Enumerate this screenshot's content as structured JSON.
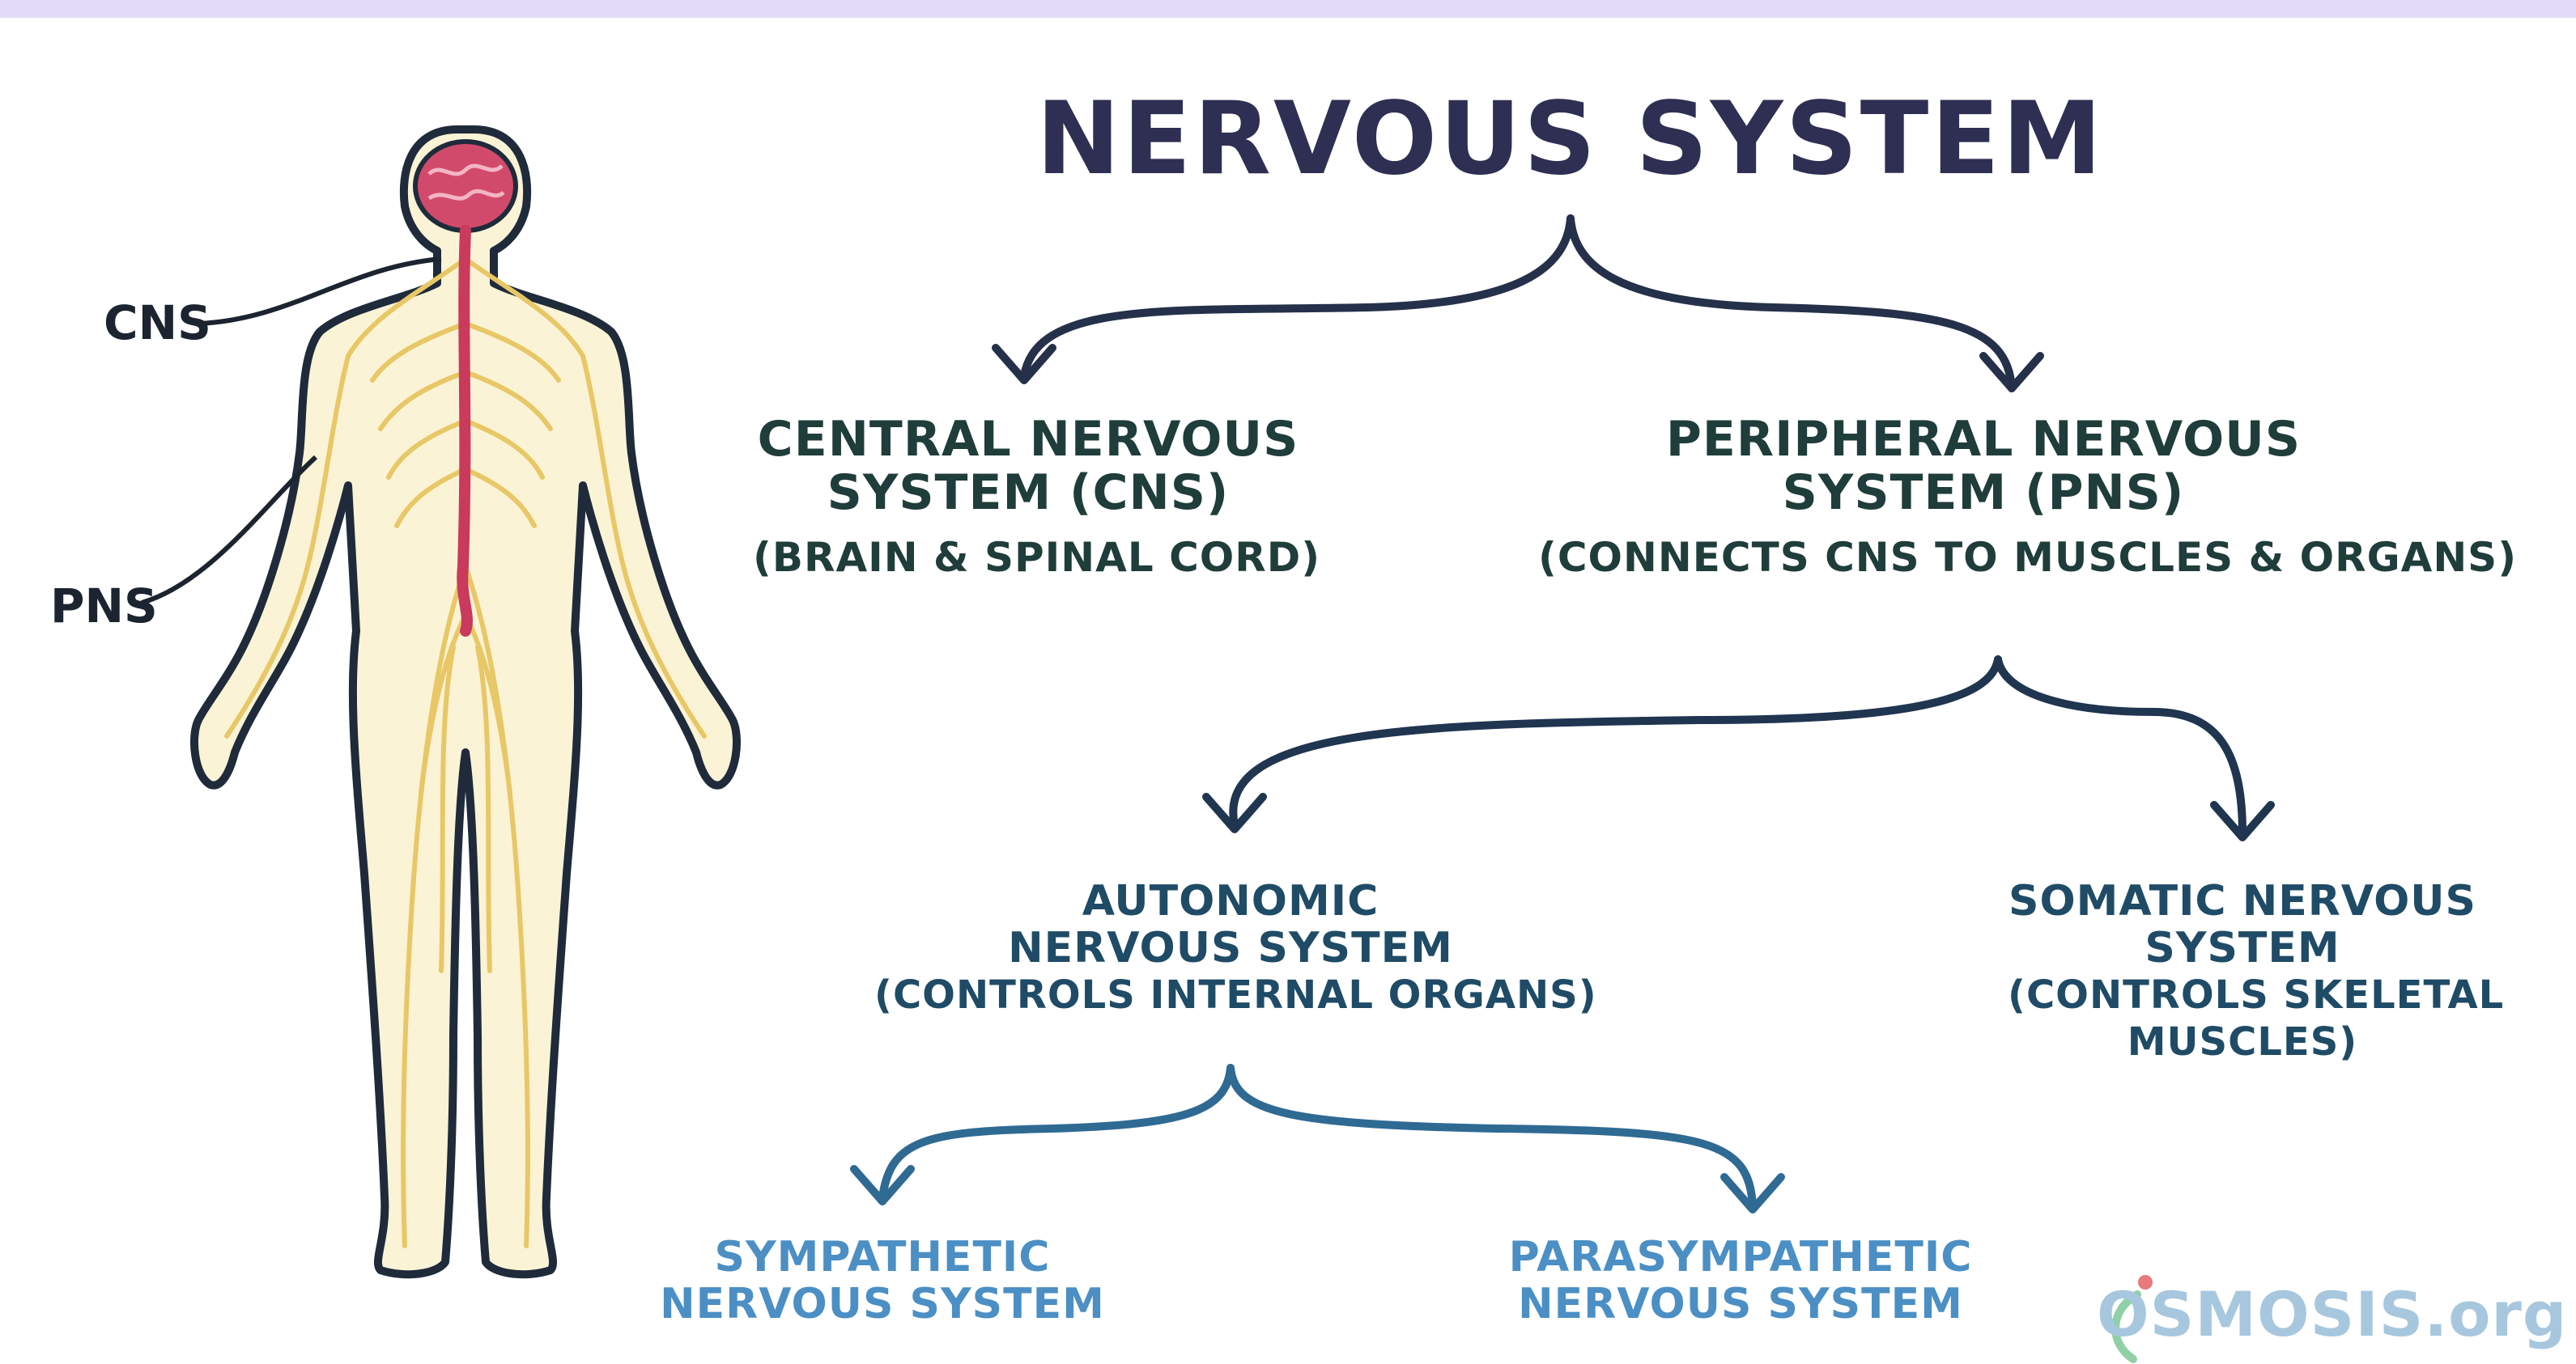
{
  "title": "NERVOUS SYSTEM",
  "side_labels": {
    "cns": "CNS",
    "pns": "PNS"
  },
  "level1": {
    "cns": {
      "name_line1": "CENTRAL NERVOUS",
      "name_line2": "SYSTEM (CNS)",
      "desc": "(BRAIN & SPINAL CORD)"
    },
    "pns": {
      "name_line1": "PERIPHERAL NERVOUS",
      "name_line2": "SYSTEM (PNS)",
      "desc": "(CONNECTS CNS TO MUSCLES & ORGANS)"
    }
  },
  "level2": {
    "autonomic": {
      "name_line1": "AUTONOMIC",
      "name_line2": "NERVOUS SYSTEM",
      "desc": "(CONTROLS INTERNAL ORGANS)"
    },
    "somatic": {
      "name_line1": "SOMATIC NERVOUS",
      "name_line2": "SYSTEM",
      "desc_line1": "(CONTROLS SKELETAL",
      "desc_line2": "MUSCLES)"
    }
  },
  "level3": {
    "sympathetic": {
      "line1": "SYMPATHETIC",
      "line2": "NERVOUS SYSTEM"
    },
    "parasympathetic": {
      "line1": "PARASYMPATHETIC",
      "line2": "NERVOUS SYSTEM"
    }
  },
  "brand": "OSMOSIS.org",
  "colors": {
    "background": "#e2dcf8",
    "title": "#2e2f52",
    "level1_text": "#1f3d3a",
    "level2_text": "#1f4b66",
    "level3_text": "#4b8fc4",
    "body_nerves": "#e8c766",
    "cns_red": "#c93a5c",
    "outline": "#1f2b3a"
  }
}
